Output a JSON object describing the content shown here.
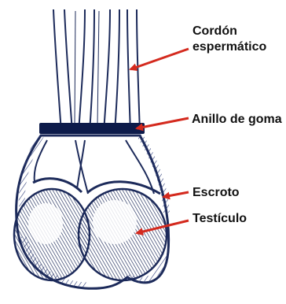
{
  "labels": {
    "cordon_line1": "Cordón",
    "cordon_line2": "espermático",
    "anillo": "Anillo de goma",
    "escroto": "Escroto",
    "testiculo": "Testículo"
  },
  "colors": {
    "arrow": "#d42a1e",
    "ink": "#1c2a5a",
    "shade": "#2b3a78",
    "band": "#0d1b4a",
    "background": "#ffffff"
  }
}
